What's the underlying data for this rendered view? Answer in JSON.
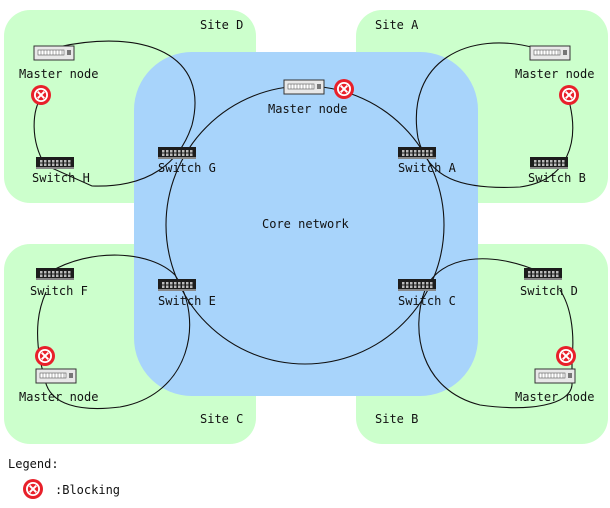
{
  "sites": {
    "d": "Site D",
    "a": "Site A",
    "c": "Site C",
    "b": "Site B"
  },
  "core": {
    "label": "Core network"
  },
  "nodes": {
    "master_core": "Master node",
    "master_d": "Master node",
    "master_a": "Master node",
    "master_c": "Master node",
    "master_b": "Master node",
    "switch_a": "Switch A",
    "switch_b": "Switch B",
    "switch_c": "Switch C",
    "switch_d": "Switch D",
    "switch_e": "Switch E",
    "switch_f": "Switch F",
    "switch_g": "Switch G",
    "switch_h": "Switch H"
  },
  "legend": {
    "title": "Legend:",
    "blocking": ":Blocking"
  },
  "colors": {
    "site_fill": "#ccffcc",
    "core_fill": "#a8d4fb",
    "blocking": "#e8202a"
  }
}
